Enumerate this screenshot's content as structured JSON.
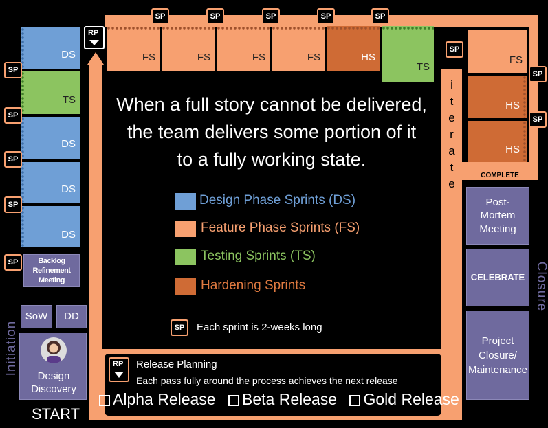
{
  "main_text": {
    "line1": "When a full story cannot be delivered,",
    "line2": "the team delivers some portion of it",
    "line3": "to a fully working state."
  },
  "legend": {
    "ds": "Design Phase Sprints (DS)",
    "fs": "Feature Phase Sprints (FS)",
    "ts": "Testing Sprints (TS)",
    "hs": "Hardening Sprints",
    "sp_note": "Each sprint is 2-weeks long"
  },
  "markers": {
    "sp": "SP",
    "rp": "RP"
  },
  "left_column": [
    "DS",
    "TS",
    "DS",
    "DS",
    "DS"
  ],
  "top_row": [
    "FS",
    "FS",
    "FS",
    "FS",
    "HS",
    "TS"
  ],
  "right_column": [
    "FS",
    "HS",
    "HS"
  ],
  "iterate_letters": [
    "i",
    "t",
    "e",
    "r",
    "a",
    "t",
    "e"
  ],
  "complete_label": "COMPLETE",
  "backlog": {
    "line1": "Backlog",
    "line2": "Refinement Meeting"
  },
  "sow": "SoW",
  "dd": "DD",
  "design_discovery": {
    "line1": "Design",
    "line2": "Discovery"
  },
  "start": "START",
  "initiation": "Initiation",
  "closure": "Closure",
  "post_mortem": {
    "line1": "Post-",
    "line2": "Mortem",
    "line3": "Meeting"
  },
  "celebrate": "CELEBRATE",
  "project_closure": {
    "line1": "Project",
    "line2": "Closure/",
    "line3": "Maintenance"
  },
  "release": {
    "title": "Release Planning",
    "desc": "Each pass fully around the process achieves the next release",
    "alpha": "Alpha Release",
    "beta": "Beta Release",
    "gold": "Gold Release"
  },
  "colors": {
    "track": "#f7a070",
    "design": "#6f9fd6",
    "feature": "#f7a070",
    "testing": "#8cc460",
    "hardening": "#cf6b35",
    "closure_box": "#6f6a9e"
  }
}
